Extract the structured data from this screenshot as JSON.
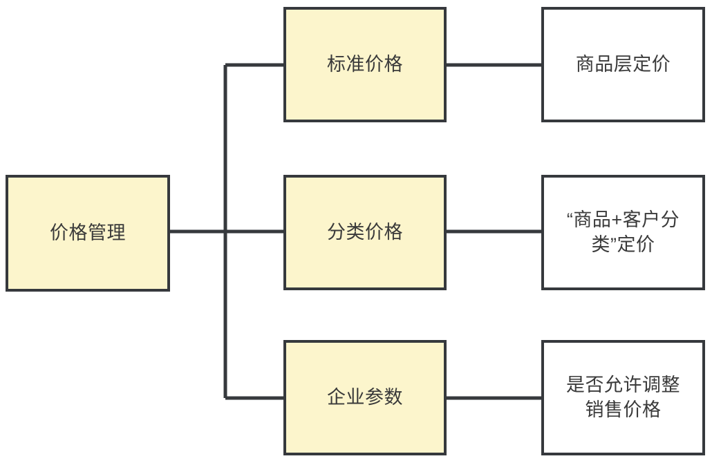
{
  "diagram": {
    "type": "tree",
    "title": "价格管理",
    "orientation": "left-to-right",
    "colors": {
      "node_fill_primary": "#fcf5cc",
      "node_fill_secondary": "#ffffff",
      "node_border": "#36393d",
      "connector": "#36393d",
      "text": "#3a3a3a",
      "background": "#ffffff"
    },
    "root": {
      "label": "价格管理"
    },
    "branches": [
      {
        "label": "标准价格",
        "detail": "商品层定价"
      },
      {
        "label": "分类价格",
        "detail": "“商品+客户分\n类”定价"
      },
      {
        "label": "企业参数",
        "detail": "是否允许调整\n销售价格"
      }
    ]
  }
}
